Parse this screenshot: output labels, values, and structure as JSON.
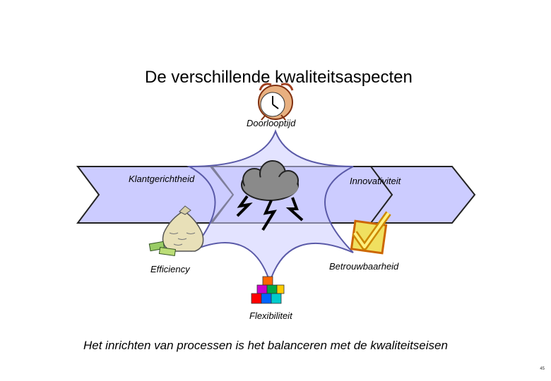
{
  "title": "De verschillende kwaliteitsaspecten",
  "aspects": {
    "doorlooptijd": "Doorlooptijd",
    "klantgerichtheid": "Klantgerichtheid",
    "innovativiteit": "Innovativiteit",
    "efficiency": "Efficiency",
    "betrouwbaarheid": "Betrouwbaarheid",
    "flexibiliteit": "Flexibiliteit"
  },
  "subtitle": "Het inrichten van processen is het balanceren met de kwaliteitseisen",
  "footer": "45",
  "colors": {
    "arrow_fill": "#ccccff",
    "arrow_stroke": "#222222",
    "star_fill": "#ccccff",
    "star_stroke": "#5a5aa8",
    "cloud": "#8a8a8a",
    "check": "#f0e060",
    "check_box": "#cc6600"
  },
  "icons": [
    "alarm-clock-icon",
    "storm-cloud-icon",
    "money-bag-icon",
    "checkmark-icon",
    "building-blocks-icon"
  ]
}
